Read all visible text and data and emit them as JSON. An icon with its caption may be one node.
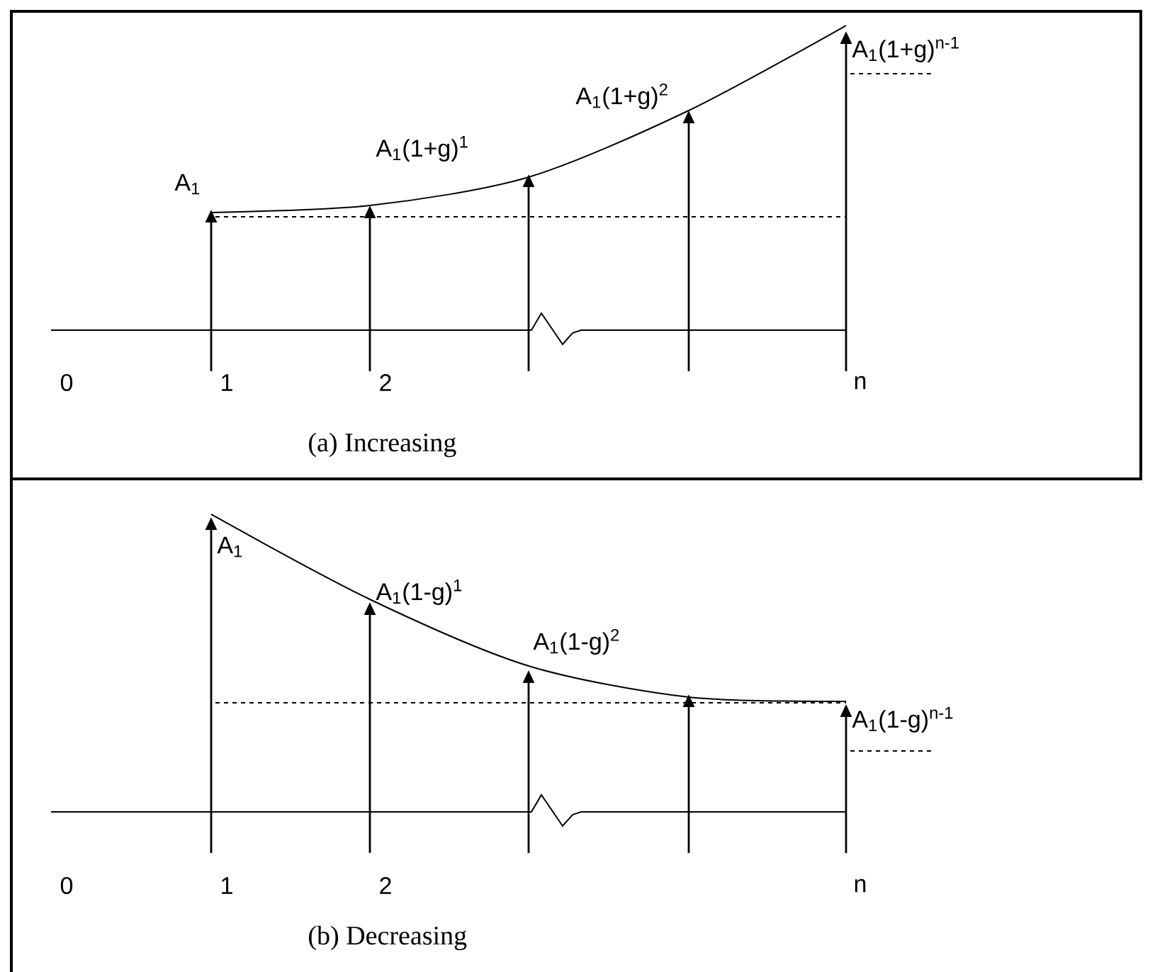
{
  "diagram": {
    "labels": [
      "A$_{1}$(1+g)$^{n-1}$",
      "A$_{1}$(1+g)$^{2}$",
      "A$_{1}$(1+g)$^{1}$",
      "A$_{1}$",
      "0",
      "1",
      "2",
      "n",
      "(a) Increasing",
      "A$_{1}$",
      "A$_{1}$(1-g)$^{1}$",
      "A$_{1}$(1-g)$^{2}$",
      "A$_{1}$(1-g)$^{n-1}$",
      "0",
      "1",
      "2",
      "n",
      "(b) Decreasing"
    ]
  }
}
